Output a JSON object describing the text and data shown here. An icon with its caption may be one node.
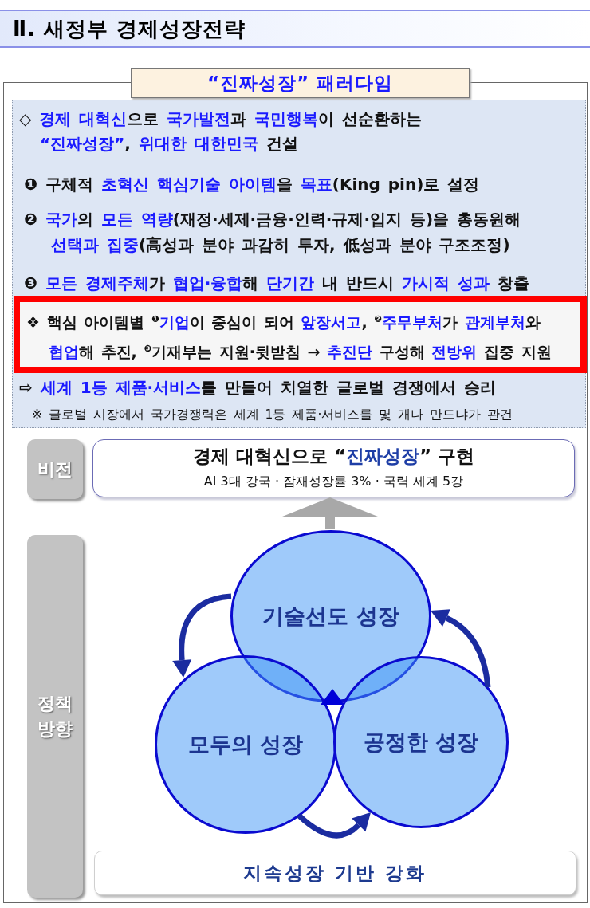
{
  "diagram": {
    "title": "Ⅱ. 새정부 경제성장전략",
    "nodes": [
      {
        "text": [
          "“진짜성장” 패러다임"
        ]
      },
      {
        "text": [
          "◇ **경제 대혁신**으로 **국가발전**과 **국민행복**이 선순환하는 **“진짜성장”**, **위대한 대한민국** 건설",
          "❶ 구체적 **초혁신 핵심기술 아이템**을 **목표**(King pin)로 설정",
          "❷ **국가**의 **모든 역량**(재정·세제·금융·인력·규제·입지 등)을 총동원해 **선택과 집중**(高성과 분야 과감히 투자, 低성과 분야 구조조정)",
          "❸ **모든 경제주체**가 **협업·융합**해 **단기간** 내 반드시 **가시적 성과** 창출",
          "⇨ **세계 1등 제품·서비스**를 만들어 치열한 글로벌 경쟁에서 승리",
          "※ 글로벌 시장에서 국가경쟁력은 세계 1등 제품·서비스를 몇 개나 만드냐가 관건"
        ],
        "in": 0
      },
      {
        "text": [
          "❖ 핵심 아이템별 $^{❶}$**기업**이 중심이 되어 **앞장서고**, $^{❷}$**주무부처**가 **관계부처**와 **협업**해 추진, $^{❸}$기재부는 지원·뒷받침 → **추진단** 구성해 **전방위** 집중 지원"
        ],
        "in": 1
      },
      {
        "text": [
          "비전"
        ],
        "in": 0
      },
      {
        "text": [
          "경제 대혁신으로 “**진짜성장**” 구현",
          "AI 3대 강국 · 잠재성장률 3% · 국력 세계 5강"
        ],
        "in": 0
      },
      {
        "text": [
          "정책 방향"
        ],
        "in": 0
      },
      {
        "text": [
          "기술선도 성장"
        ],
        "in": 0
      },
      {
        "text": [
          "모두의 성장"
        ],
        "in": 0
      },
      {
        "text": [
          "공정한 성장"
        ],
        "in": 0
      },
      {
        "text": [
          "지속성장 기반 강화"
        ],
        "in": 0
      }
    ],
    "edges": [
      {
        "from": 6,
        "to": 7,
        "arrow": "to"
      },
      {
        "from": 7,
        "to": 8,
        "arrow": "to"
      },
      {
        "from": 8,
        "to": 6,
        "arrow": "to"
      },
      {
        "from": 6,
        "to": 4,
        "arrow": "to",
        "color": "#a8a8a8"
      }
    ]
  }
}
